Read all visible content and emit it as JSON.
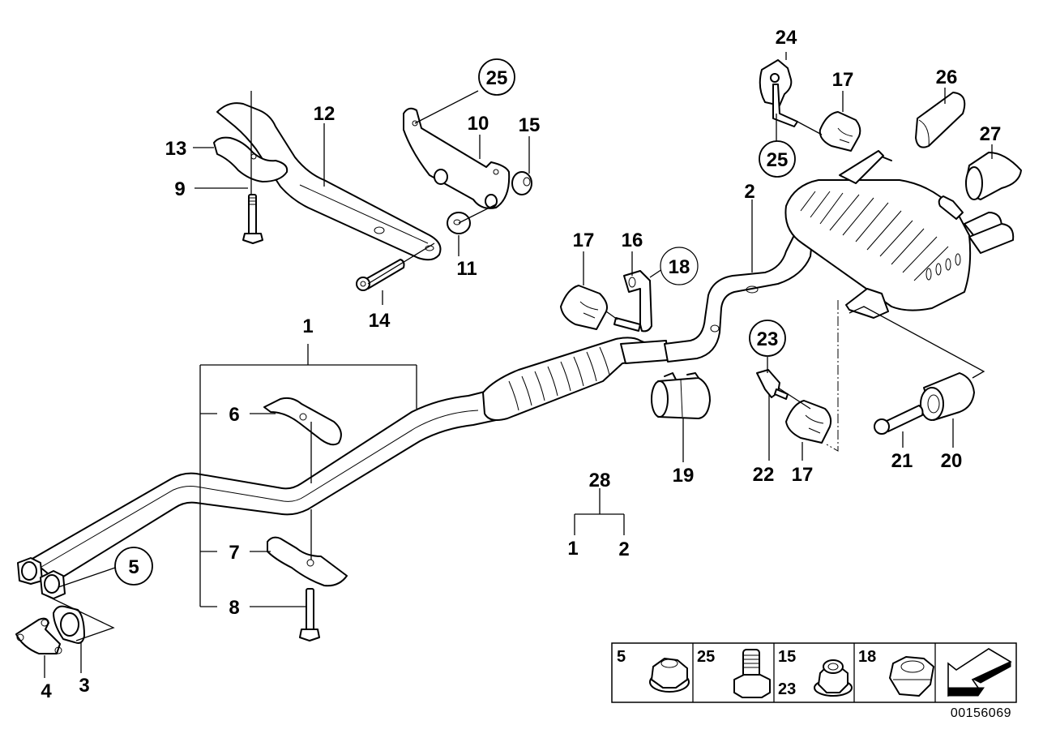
{
  "diagram": {
    "title": "Exhaust system parts diagram",
    "reference_number": "00156069",
    "labels": {
      "p1": "1",
      "p1b": "1",
      "p2": "2",
      "p2b": "2",
      "p3": "3",
      "p4": "4",
      "p5": "5",
      "p6": "6",
      "p7": "7",
      "p8": "8",
      "p9": "9",
      "p10": "10",
      "p11": "11",
      "p12": "12",
      "p13": "13",
      "p14": "14",
      "p15": "15",
      "p16": "16",
      "p17a": "17",
      "p17b": "17",
      "p17c": "17",
      "p18": "18",
      "p19": "19",
      "p20": "20",
      "p21": "21",
      "p22": "22",
      "p23": "23",
      "p24": "24",
      "p25a": "25",
      "p25b": "25",
      "p26": "26",
      "p27": "27",
      "p28": "28"
    },
    "circled_callouts": [
      "5",
      "18",
      "23",
      "25"
    ],
    "legend": [
      {
        "labels": [
          "5"
        ],
        "icon": "flange-nut-icon"
      },
      {
        "labels": [
          "25"
        ],
        "icon": "hex-bolt-icon"
      },
      {
        "labels": [
          "15",
          "23"
        ],
        "icon": "collar-nut-icon"
      },
      {
        "labels": [
          "18"
        ],
        "icon": "hex-nut-icon"
      },
      {
        "labels": [],
        "icon": "direction-arrow-icon"
      }
    ]
  }
}
